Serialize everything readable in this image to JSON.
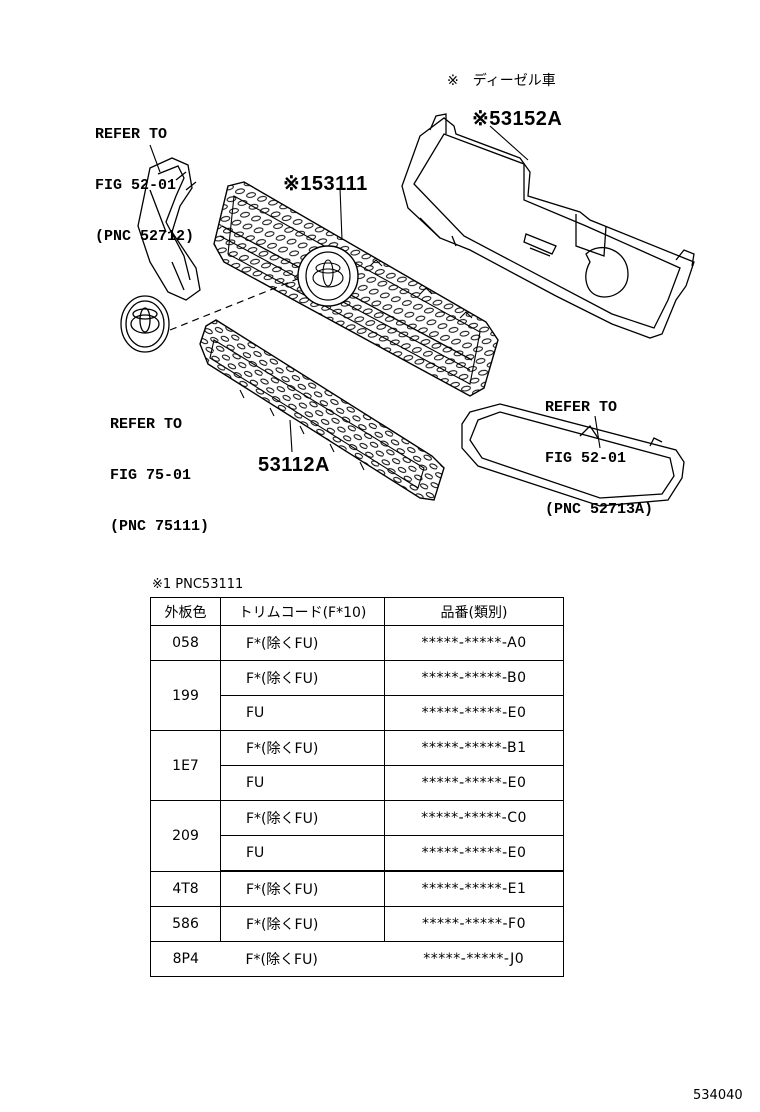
{
  "diagram": {
    "diesel_note": "※　ディーゼル車",
    "parts": {
      "upper_grille": "※153111",
      "grille_backing": "※53152A",
      "lower_grille": "53112A"
    },
    "refs": {
      "left_fender": [
        "REFER TO",
        "FIG 52-01",
        "(PNC 52712)"
      ],
      "emblem": [
        "REFER TO",
        "FIG 75-01",
        "(PNC 75111)"
      ],
      "right_fender": [
        "REFER TO",
        "FIG 52-01",
        "(PNC 52713A)"
      ]
    }
  },
  "table": {
    "footnote": "※1 PNC53111",
    "headers": [
      "外板色",
      "トリムコード(F*10)",
      "品番(類別)"
    ],
    "groups": [
      {
        "color": "058",
        "rows": [
          {
            "trim": "F*(除くFU)",
            "code": "*****-*****-A0"
          }
        ]
      },
      {
        "color": "199",
        "rows": [
          {
            "trim": "F*(除くFU)",
            "code": "*****-*****-B0"
          },
          {
            "trim": "FU",
            "code": "*****-*****-E0"
          }
        ]
      },
      {
        "color": "1E7",
        "rows": [
          {
            "trim": "F*(除くFU)",
            "code": "*****-*****-B1"
          },
          {
            "trim": "FU",
            "code": "*****-*****-E0"
          }
        ]
      },
      {
        "color": "209",
        "rows": [
          {
            "trim": "F*(除くFU)",
            "code": "*****-*****-C0"
          },
          {
            "trim": "FU",
            "code": "*****-*****-E0"
          }
        ]
      },
      {
        "color": "4T8",
        "rows": [
          {
            "trim": "F*(除くFU)",
            "code": "*****-*****-E1"
          }
        ]
      },
      {
        "color": "586",
        "rows": [
          {
            "trim": "F*(除くFU)",
            "code": "*****-*****-F0"
          }
        ]
      },
      {
        "color": "8P4",
        "rows": [
          {
            "trim": "F*(除くFU)",
            "code": "*****-*****-J0"
          }
        ]
      }
    ]
  },
  "figure_id": "534040"
}
